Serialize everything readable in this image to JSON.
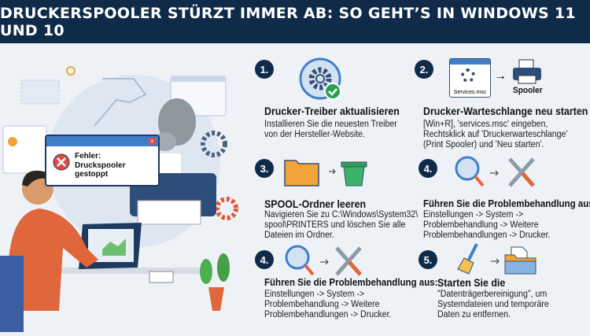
{
  "header": {
    "title": "DRUCKERSPOOLER STÜRZT IMMER AB: SO GEHT’S IN WINDOWS 11 UND 10"
  },
  "illustration": {
    "error_dialog": {
      "text": "Fehler:\nDruckspooler gestoppt",
      "close": "×"
    }
  },
  "steps": [
    {
      "number": "1.",
      "title": "Drucker-Treiber aktualisieren",
      "body": "Installieren Sie die neuesten Treiber\nvon der Hersteller-Website.",
      "icon": "gear-check-icon"
    },
    {
      "number": "2.",
      "title": "Drucker-Warteschlange neu starten",
      "body": "[Win+R], 'services.msc' eingeben,\nRechtsklick auf 'Druckerwarteschlange'\n(Print Spooler) und 'Neu starten'.",
      "icon": "services-to-printer-icon",
      "icon_labels": {
        "services": "Services.msc",
        "spooler": "Spooler"
      }
    },
    {
      "number": "3.",
      "title": "SPOOL-Ordner leeren",
      "body": "Navigieren Sie zu C:\\Windows\\System32\\\nspool\\PRINTERS und löschen Sie alle\nDateien im Ordner.",
      "icon": "folder-to-trash-icon"
    },
    {
      "number": "4.",
      "title": "Führen Sie die Problembehandlung aus:",
      "body": "Einstellungen -> System ->\nProblembehandlung -> Weitere\nProblembehandlungen -> Drucker.",
      "icon": "search-to-tools-icon"
    },
    {
      "number": "4.",
      "title": "Führen Sie die Problembehandlung aus:",
      "body": "Einstellungen -> System ->\nProblembehandlung -> Weitere\nProblembehandlungen -> Drucker.",
      "icon": "search-to-tools-icon"
    },
    {
      "number": "5.",
      "title": "Starten Sie die",
      "body": "\"Datenträgerbereinigung\", um\nSystemdateien und temporäre\nDaten zu entfernen.",
      "icon": "broom-to-folder-icon"
    }
  ],
  "colors": {
    "header": "#0f2b49",
    "background": "#eef2f7",
    "accent_blue": "#3f7fc9",
    "error_red": "#e04a44",
    "success_green": "#2e9e57",
    "orange": "#f2a33a"
  }
}
